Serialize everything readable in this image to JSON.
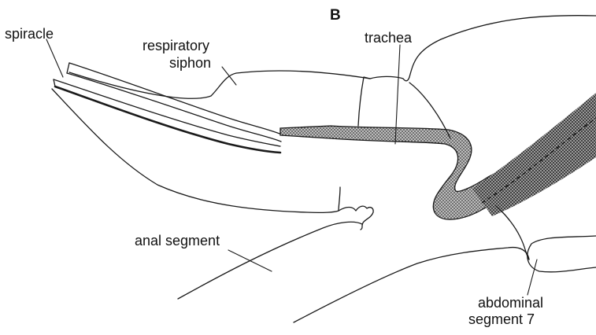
{
  "figure": {
    "panel_letter": "B",
    "labels": {
      "spiracle": "spiracle",
      "respiratory_siphon_line1": "respiratory",
      "respiratory_siphon_line2": "siphon",
      "trachea": "trachea",
      "anal_segment": "anal segment",
      "abdominal_segment_line1": "abdominal",
      "abdominal_segment_line2": "segment 7"
    },
    "colors": {
      "ink": "#1a1a1a",
      "trachea_fill": "#8a8a8a",
      "background": "#ffffff"
    }
  }
}
